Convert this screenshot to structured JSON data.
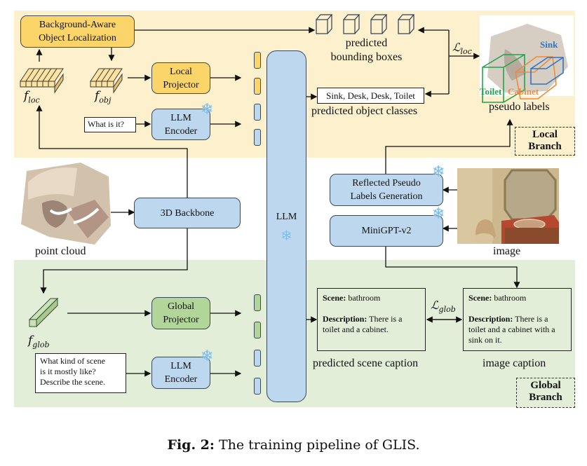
{
  "figure": {
    "caption_prefix": "Fig. 2:",
    "caption_text": "The training pipeline of GLIS."
  },
  "branches": {
    "local": "Local Branch",
    "local_line1": "Local",
    "local_line2": "Branch",
    "global_line1": "Global",
    "global_line2": "Branch"
  },
  "local": {
    "bg_color": "#fdf0cd",
    "localization_line1": "Background-Aware",
    "localization_line2": "Object Localization",
    "f_loc": "f",
    "f_loc_sub": "loc",
    "f_obj": "f",
    "f_obj_sub": "obj",
    "projector_line1": "Local",
    "projector_line2": "Projector",
    "prompt": "What is it?",
    "encoder_line1": "LLM",
    "encoder_line2": "Encoder",
    "bbox_label_line1": "predicted",
    "bbox_label_line2": "bounding boxes",
    "classes_box": "Sink, Desk, Desk, Toilet",
    "classes_label": "predicted object classes",
    "loss": "ℒ",
    "loss_sub": "loc",
    "pseudo_labels": "pseudo labels",
    "pseudo_tags": [
      {
        "text": "Sink",
        "color": "#2e75c8"
      },
      {
        "text": "Toilet",
        "color": "#22a34a"
      },
      {
        "text": "Cabinet",
        "color": "#ef8a3c"
      }
    ]
  },
  "middle": {
    "backbone": "3D Backbone",
    "point_cloud_label": "point cloud",
    "llm": "LLM",
    "reflected_line1": "Reflected Pseudo",
    "reflected_line2": "Labels Generation",
    "minigpt": "MiniGPT-v2",
    "image_label": "image"
  },
  "global": {
    "bg_color": "#e2eed8",
    "f_glob": "f",
    "f_glob_sub": "glob",
    "projector_line1": "Global",
    "projector_line2": "Projector",
    "prompt_line1": "What kind of scene",
    "prompt_line2": "is it mostly like?",
    "prompt_line3": "Describe the scene.",
    "encoder_line1": "LLM",
    "encoder_line2": "Encoder",
    "pred_scene_key": "Scene:",
    "pred_scene_val": " bathroom",
    "pred_desc_key": "Description:",
    "pred_desc_val": " There is a toilet and a cabinet.",
    "pred_label": "predicted scene caption",
    "img_scene_key": "Scene:",
    "img_scene_val": " bathroom",
    "img_desc_key": "Description:",
    "img_desc_val": " There is a toilet and a cabinet with a sink on it.",
    "img_label": "image caption",
    "loss": "ℒ",
    "loss_sub": "glob"
  },
  "icons": {
    "snowflake": "❄"
  }
}
